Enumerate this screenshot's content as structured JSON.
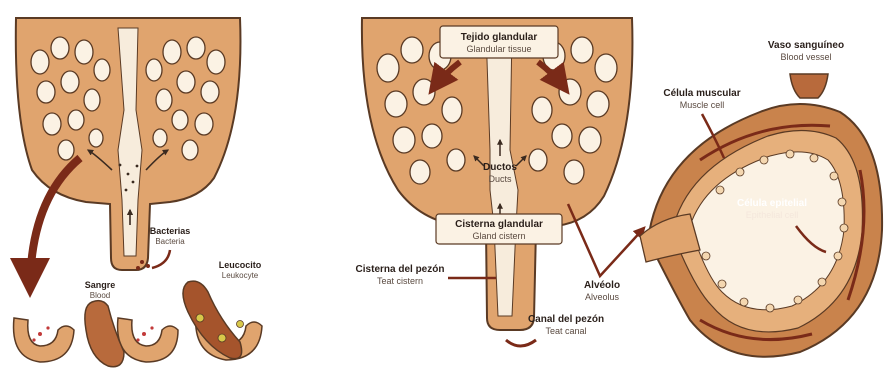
{
  "colors": {
    "tissue": "#e0a46e",
    "tissue_dark": "#c9834c",
    "outline": "#5a3a24",
    "lumen": "#fbf2e4",
    "duct": "#f7ecdc",
    "arrow": "#7a2a18",
    "label_box": "#fbf2e4"
  },
  "labels": {
    "bacteria": {
      "es": "Bacterias",
      "en": "Bacteria"
    },
    "blood": {
      "es": "Sangre",
      "en": "Blood"
    },
    "leukocyte": {
      "es": "Leucocito",
      "en": "Leukocyte"
    },
    "glandular_tissue": {
      "es": "Tejido glandular",
      "en": "Glandular tissue"
    },
    "ducts": {
      "es": "Ductos",
      "en": "Ducts"
    },
    "gland_cistern": {
      "es": "Cisterna glandular",
      "en": "Gland cistern"
    },
    "teat_cistern": {
      "es": "Cisterna del pezón",
      "en": "Teat cistern"
    },
    "teat_canal": {
      "es": "Canal del pezón",
      "en": "Teat canal"
    },
    "alveolus": {
      "es": "Alvéolo",
      "en": "Alveolus"
    },
    "blood_vessel": {
      "es": "Vaso sanguíneo",
      "en": "Blood vessel"
    },
    "muscle_cell": {
      "es": "Célula muscular",
      "en": "Muscle cell"
    },
    "epithelial_cell": {
      "es": "Célula epitelial",
      "en": "Epithelial cell"
    }
  }
}
